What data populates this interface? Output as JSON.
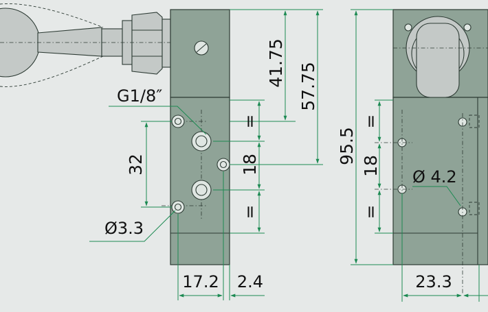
{
  "dimensions": {
    "d_41_75": "41.75",
    "d_57_75": "57.75",
    "d_95_5": "95.5",
    "d_18_left": "18",
    "d_18_right": "18",
    "d_32": "32",
    "d_17_2": "17.2",
    "d_2_4": "2.4",
    "d_23_3": "23.3",
    "thread": "G1/8″",
    "hole_small": "Ø3.3",
    "hole_large": "Ø 4.2",
    "equal_a": "=",
    "equal_b": "=",
    "equal_c": "=",
    "equal_d": "="
  },
  "colors": {
    "background": "#e6e9e8",
    "valve_body": "#8fa397",
    "dimension_line": "#1c8a52",
    "outline": "#2c3a33"
  }
}
